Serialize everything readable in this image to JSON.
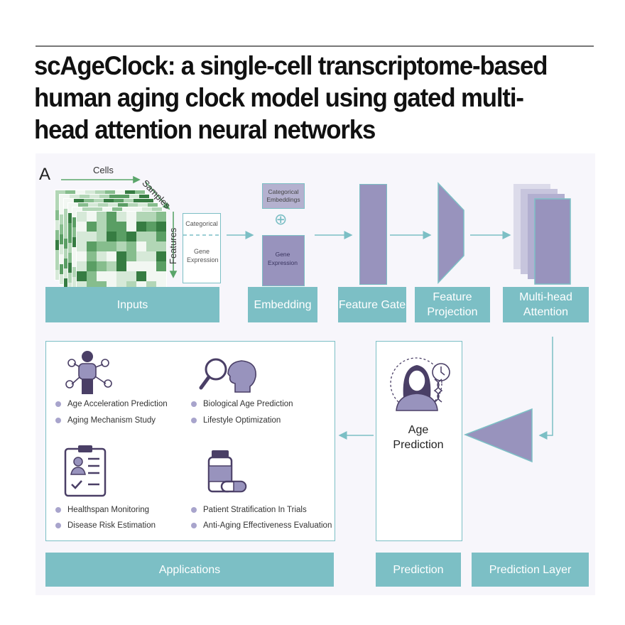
{
  "title": "scAgeClock: a single-cell transcriptome-based human aging clock model using gated multi-head attention neural networks",
  "panel_letter": "A",
  "inputs": {
    "cells_label": "Cells",
    "samples_label": "Samples",
    "features_label": "Features",
    "categorical_label": "Categorical",
    "gene_expression_label": "Gene Expression"
  },
  "embedding": {
    "categorical_embeddings": "Categorical Embeddings",
    "plus_symbol": "⊕",
    "gene_expression": "Gene Expression"
  },
  "stages": [
    {
      "id": "inputs",
      "label": "Inputs"
    },
    {
      "id": "embedding",
      "label": "Embedding"
    },
    {
      "id": "feature-gate",
      "label": "Feature Gate"
    },
    {
      "id": "feature-projection",
      "label": "Feature Projection"
    },
    {
      "id": "multi-head-attention",
      "label": "Multi-head Attention"
    }
  ],
  "bottom_bars": {
    "applications": "Applications",
    "prediction": "Prediction",
    "prediction_layer": "Prediction Layer"
  },
  "prediction_box": {
    "label": "Age Prediction"
  },
  "applications": {
    "group1": [
      "Age Acceleration Prediction",
      "Aging Mechanism Study"
    ],
    "group2": [
      "Biological Age Prediction",
      "Lifestyle Optimization"
    ],
    "group3": [
      "Healthspan Monitoring",
      "Disease Risk Estimation"
    ],
    "group4": [
      "Patient Stratification In Trials",
      "Anti-Aging Effectiveness Evaluation"
    ]
  },
  "icons": [
    "network-person-icon",
    "magnifier-head-icon",
    "clipboard-report-icon",
    "medicine-bottle-icon",
    "woman-dna-clock-icon"
  ],
  "colors": {
    "teal": "#7cbfc5",
    "purple": "#9893bd",
    "bullet": "#a8a4cc",
    "panel_bg": "#f7f6fb",
    "icon": "#4a3f66"
  }
}
